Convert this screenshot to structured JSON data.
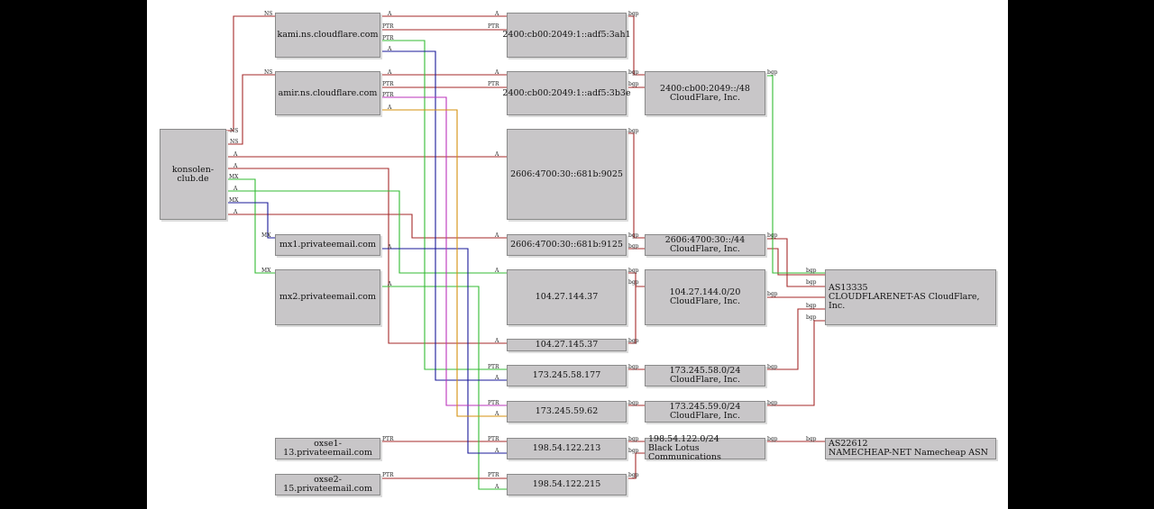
{
  "colors": {
    "red": "#a52a2a",
    "green": "#33bb33",
    "blue": "#1a1a99",
    "purple": "#bb33bb",
    "orange": "#d4900e",
    "node_fill": "#c8c6c8",
    "background": "#ffffff",
    "frame": "#000000"
  },
  "nodes": {
    "domain": "konsolen-club.de",
    "ns1": "kami.ns.cloudflare.com",
    "ns2": "amir.ns.cloudflare.com",
    "mx1": "mx1.privateemail.com",
    "mx2": "mx2.privateemail.com",
    "oxse1": "oxse1-13.privateemail.com",
    "oxse2": "oxse2-15.privateemail.com",
    "ip6_1": "2400:cb00:2049:1::adf5:3ah1",
    "ip6_2": "2400:cb00:2049:1::adf5:3b3e",
    "ip6_3": "2606:4700:30::681b:9025",
    "ip6_4": "2606:4700:30::681b:9125",
    "ip4_1": "104.27.144.37",
    "ip4_2": "104.27.145.37",
    "ip4_3": "173.245.58.177",
    "ip4_4": "173.245.59.62",
    "ip4_5": "198.54.122.213",
    "ip4_6": "198.54.122.215",
    "pfx_1": "2400:cb00:2049::/48\nCloudFlare, Inc.",
    "pfx_2": "2606:4700:30::/44\nCloudFlare, Inc.",
    "pfx_3": "104.27.144.0/20\nCloudFlare, Inc.",
    "pfx_4": "173.245.58.0/24\nCloudFlare, Inc.",
    "pfx_5": "173.245.59.0/24\nCloudFlare, Inc.",
    "pfx_6": "198.54.122.0/24\nBlack Lotus Communications",
    "as_1": "AS13335\nCLOUDFLARENET-AS CloudFlare, Inc.",
    "as_2": "AS22612\nNAMECHEAP-NET Namecheap ASN"
  },
  "edge_labels": {
    "ns": "NS",
    "a": "A",
    "mx": "MX",
    "ptr": "PTR",
    "bgp": "bgp"
  }
}
